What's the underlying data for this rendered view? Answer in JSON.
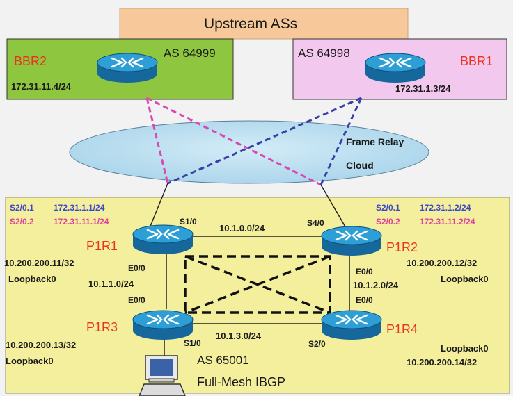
{
  "upstream": {
    "title": "Upstream ASs"
  },
  "bbr2": {
    "name": "BBR2",
    "as": "AS 64999",
    "ip": "172.31.11.4/24"
  },
  "bbr1": {
    "name": "BBR1",
    "as": "AS 64998",
    "ip": "172.31.1.3/24"
  },
  "cloud": {
    "line1": "Frame Relay",
    "line2": "Cloud"
  },
  "p1r1": {
    "name": "P1R1",
    "s201": "S2/0.1",
    "s201_ip": "172.31.1.1/24",
    "s202": "S2/0.2",
    "s202_ip": "172.31.11.1/24",
    "s10": "S1/0",
    "e00": "E0/0",
    "loopback_ip": "10.200.200.11/32",
    "loopback": "Loopback0"
  },
  "p1r2": {
    "name": "P1R2",
    "s201": "S2/0.1",
    "s201_ip": "172.31.1.2/24",
    "s202": "S2/0.2",
    "s202_ip": "172.31.11.2/24",
    "s40": "S4/0",
    "e00": "E0/0",
    "loopback_ip": "10.200.200.12/32",
    "loopback": "Loopback0"
  },
  "p1r3": {
    "name": "P1R3",
    "e00": "E0/0",
    "s10": "S1/0",
    "loopback_ip": "10.200.200.13/32",
    "loopback": "Loopback0"
  },
  "p1r4": {
    "name": "P1R4",
    "e00": "E0/0",
    "s20": "S2/0",
    "loopback": "Loopback0",
    "loopback_ip": "10.200.200.14/32"
  },
  "links": {
    "r1_r2": "10.1.0.0/24",
    "r1_r3": "10.1.1.0/24",
    "r2_r4": "10.1.2.0/24",
    "r3_r4": "10.1.3.0/24"
  },
  "pod": {
    "as": "AS 65001",
    "mesh": "Full-Mesh IBGP"
  },
  "colors": {
    "upstream": "#f7c89a",
    "bbr2_box": "#8fc63f",
    "bbr1_box": "#f3c8ee",
    "pod_box": "#f3ef9d",
    "cloud": "#b5dcee",
    "router": "#1f8dc4",
    "pink_link": "#d94ab0",
    "blue_link": "#3a3fa8",
    "label_red": "#e8341c",
    "label_blue": "#3c46c8",
    "label_pink": "#e0409c"
  }
}
